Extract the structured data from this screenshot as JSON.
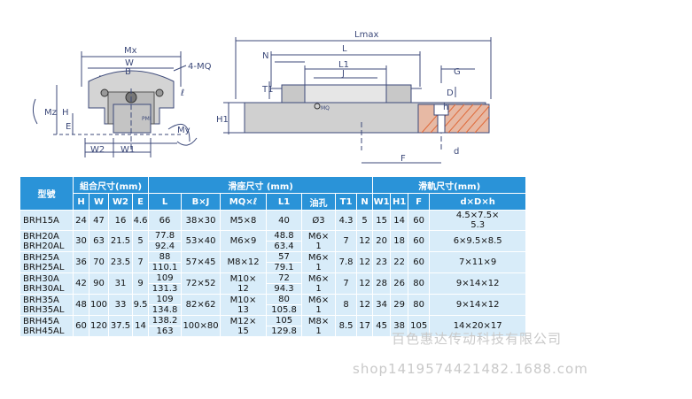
{
  "drawing": {
    "left_view": {
      "labels": {
        "mx": "Mx",
        "w": "W",
        "b": "B",
        "mq": "4-MQ",
        "mz": "Mz",
        "h": "H",
        "e": "E",
        "w2": "W2",
        "w1": "W1",
        "my": "My",
        "l": "ℓ",
        "pmi": "PMI"
      }
    },
    "right_view": {
      "labels": {
        "lmax": "Lmax",
        "l": "L",
        "n": "N",
        "l1": "L1",
        "j": "J",
        "g": "G",
        "t1": "T1",
        "h1": "H1",
        "d": "D",
        "h": "h",
        "f": "F",
        "d_small": "d",
        "mq": "MQ"
      }
    },
    "colors": {
      "line": "#3d4a7a",
      "part": "#c8c8c8",
      "part_dark": "#8a8a8a",
      "pattern": "#e06a3a"
    }
  },
  "table": {
    "group_headers": {
      "model": "型號",
      "assembly": "組合尺寸(mm)",
      "block": "滑座尺寸 (mm)",
      "rail": "滑軌尺寸(mm)"
    },
    "columns": [
      "H",
      "W",
      "W2",
      "E",
      "L",
      "B×J",
      "MQ×ℓ",
      "L1",
      "油孔",
      "T1",
      "N",
      "W1",
      "H1",
      "F",
      "d×D×h"
    ],
    "rows": [
      {
        "models": [
          "BRH15A"
        ],
        "H": "24",
        "W": "47",
        "W2": "16",
        "E": "4.6",
        "L": [
          "66"
        ],
        "BJ": "38×30",
        "MQ": [
          "M5×8"
        ],
        "L1": [
          "40"
        ],
        "oil": [
          "Ø3"
        ],
        "T1": "4.3",
        "N": "5",
        "W1": "15",
        "H1": "14",
        "F": "60",
        "dDh": [
          "4.5×7.5×",
          "5.3"
        ]
      },
      {
        "models": [
          "BRH20A",
          "BRH20AL"
        ],
        "H": "30",
        "W": "63",
        "W2": "21.5",
        "E": "5",
        "L": [
          "77.8",
          "92.4"
        ],
        "BJ": "53×40",
        "MQ": [
          "M6×9"
        ],
        "L1": [
          "48.8",
          "63.4"
        ],
        "oil": [
          "M6×",
          "1"
        ],
        "T1": "7",
        "N": "12",
        "W1": "20",
        "H1": "18",
        "F": "60",
        "dDh": [
          "6×9.5×8.5"
        ]
      },
      {
        "models": [
          "BRH25A",
          "BRH25AL"
        ],
        "H": "36",
        "W": "70",
        "W2": "23.5",
        "E": "7",
        "L": [
          "88",
          "110.1"
        ],
        "BJ": "57×45",
        "MQ": [
          "M8×12"
        ],
        "L1": [
          "57",
          "79.1"
        ],
        "oil": [
          "M6×",
          "1"
        ],
        "T1": "7.8",
        "N": "12",
        "W1": "23",
        "H1": "22",
        "F": "60",
        "dDh": [
          "7×11×9"
        ]
      },
      {
        "models": [
          "BRH30A",
          "BRH30AL"
        ],
        "H": "42",
        "W": "90",
        "W2": "31",
        "E": "9",
        "L": [
          "109",
          "131.3"
        ],
        "BJ": "72×52",
        "MQ": [
          "M10×",
          "12"
        ],
        "L1": [
          "72",
          "94.3"
        ],
        "oil": [
          "M6×",
          "1"
        ],
        "T1": "7",
        "N": "12",
        "W1": "28",
        "H1": "26",
        "F": "80",
        "dDh": [
          "9×14×12"
        ]
      },
      {
        "models": [
          "BRH35A",
          "BRH35AL"
        ],
        "H": "48",
        "W": "100",
        "W2": "33",
        "E": "9.5",
        "L": [
          "109",
          "134.8"
        ],
        "BJ": "82×62",
        "MQ": [
          "M10×",
          "13"
        ],
        "L1": [
          "80",
          "105.8"
        ],
        "oil": [
          "M6×",
          "1"
        ],
        "T1": "8",
        "N": "12",
        "W1": "34",
        "H1": "29",
        "F": "80",
        "dDh": [
          "9×14×12"
        ]
      },
      {
        "models": [
          "BRH45A",
          "BRH45AL"
        ],
        "H": "60",
        "W": "120",
        "W2": "37.5",
        "E": "14",
        "L": [
          "138.2",
          "163"
        ],
        "BJ": "100×80",
        "MQ": [
          "M12×",
          "15"
        ],
        "L1": [
          "105",
          "129.8"
        ],
        "oil": [
          "M8×",
          "1"
        ],
        "T1": "8.5",
        "N": "17",
        "W1": "45",
        "H1": "38",
        "F": "105",
        "dDh": [
          "14×20×17"
        ]
      }
    ]
  },
  "watermark": {
    "line1": "百色惠达传动科技有限公司",
    "line2": "shop1419574421482.1688.com"
  }
}
